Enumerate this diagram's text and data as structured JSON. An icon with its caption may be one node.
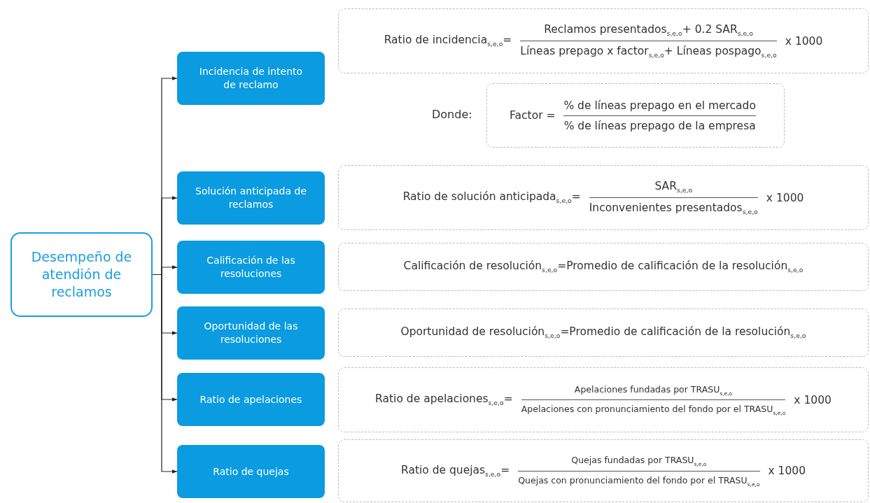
{
  "diagram": {
    "nodes": [
      {
        "text": [
          "Desempeño de atendión de reclamos"
        ]
      },
      {
        "text": [
          "Incidencia de intento de reclamo"
        ]
      },
      {
        "text": [
          "Ratio de incidencia$_{s,e,o}$=",
          "Reclamos presentados$_{s,e,o}$+ 0.2 SAR$_{s,e,o}$",
          "Líneas prepago x factor$_{s,e,o}$+ Líneas pospago$_{s,e,o}$",
          "x 1000"
        ]
      },
      {
        "text": [
          "Factor =",
          "% de líneas prepago en el mercado",
          "% de líneas prepago de la empresa"
        ],
        "beside": [
          "Donde:"
        ]
      },
      {
        "text": [
          "Solución anticipada de reclamos"
        ]
      },
      {
        "text": [
          "Ratio de solución anticipada$_{s,e,o}$=",
          "SAR$_{s,e,o}$",
          "Inconvenientes presentados$_{s,e,o}$",
          "x 1000"
        ]
      },
      {
        "text": [
          "Calificación de las resoluciones"
        ]
      },
      {
        "text": [
          "Calificación de resolución$_{s,e,o}$=Promedio de calificación de la resolución$_{s,e,o}$"
        ]
      },
      {
        "text": [
          "Oportunidad de las resoluciones"
        ]
      },
      {
        "text": [
          "Oportunidad de resolución$_{s,e,o}$=Promedio de calificación de la resolución$_{s,e,o}$"
        ]
      },
      {
        "text": [
          "Ratio de apelaciones"
        ]
      },
      {
        "text": [
          "Ratio de apelaciones$_{s,e,o}$=",
          "Apelaciones fundadas por TRASU$_{s,e,o}$",
          "Apelaciones con pronunciamiento del fondo por el TRASU$_{s,e,o}$",
          "x 1000"
        ]
      },
      {
        "text": [
          "Ratio de quejas"
        ]
      },
      {
        "text": [
          "Ratio de quejas$_{s,e,o}$=",
          "Quejas fundadas por TRASU$_{s,e,o}$",
          "Quejas con pronunciamiento del fondo por el TRASU$_{s,e,o}$",
          "x 1000"
        ]
      }
    ],
    "edges": [
      {
        "from": 0,
        "to": 1,
        "arrow": "to"
      },
      {
        "from": 0,
        "to": 4,
        "arrow": "to"
      },
      {
        "from": 0,
        "to": 6,
        "arrow": "to"
      },
      {
        "from": 0,
        "to": 8,
        "arrow": "to"
      },
      {
        "from": 0,
        "to": 10,
        "arrow": "to"
      },
      {
        "from": 0,
        "to": 12,
        "arrow": "to"
      }
    ]
  }
}
